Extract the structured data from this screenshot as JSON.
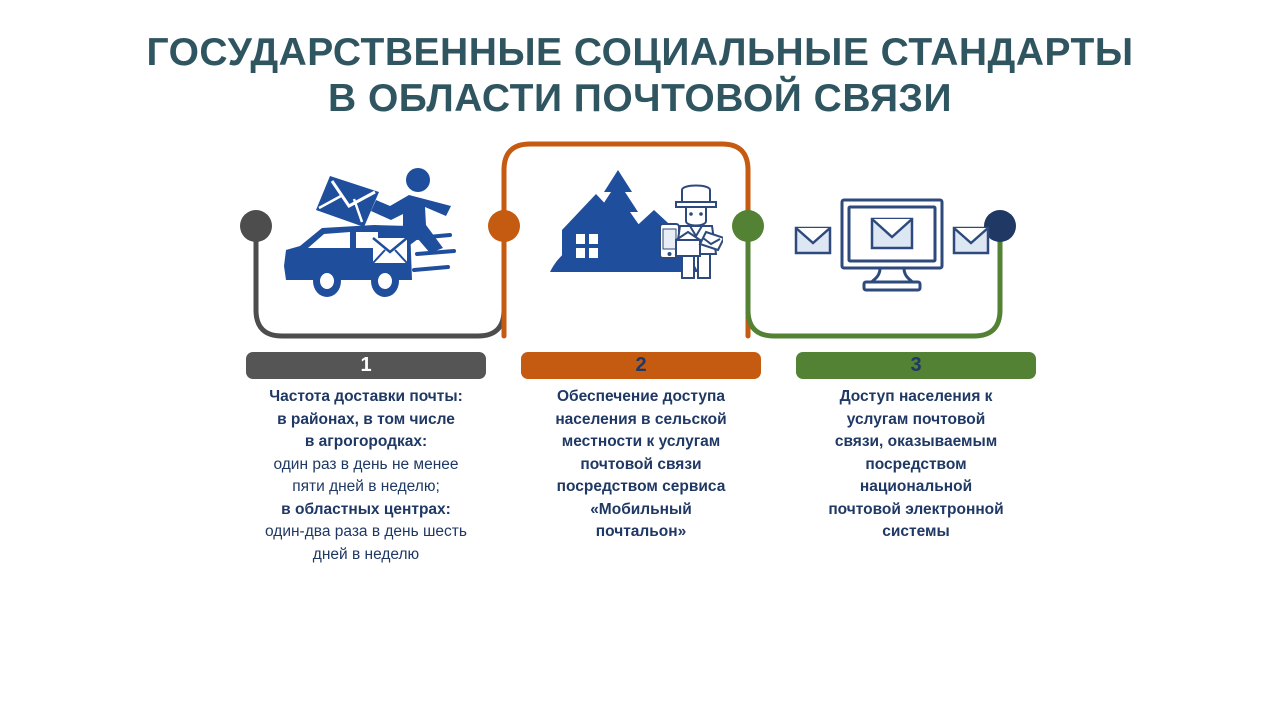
{
  "title": {
    "line1": "ГОСУДАРСТВЕННЫЕ СОЦИАЛЬНЫЕ СТАНДАРТЫ",
    "line2": "В ОБЛАСТИ ПОЧТОВОЙ СВЯЗИ",
    "color": "#2F5560"
  },
  "colors": {
    "navy_text": "#1F3864",
    "gray": "#555555",
    "orange": "#C55A11",
    "green": "#548235",
    "dot_gray": "#4D4D4D",
    "dot_orange": "#C55A11",
    "dot_green": "#548235",
    "dot_navy": "#1F3864",
    "icon_blue": "#1F4E9C",
    "icon_outline": "#2E4A7D"
  },
  "steps": [
    {
      "number": "1",
      "bar_color": "#555555",
      "number_color": "#FFFFFF",
      "rail_color": "#4D4D4D",
      "dot_color": "#4D4D4D",
      "icon": "courier-van-icon",
      "lines": [
        {
          "text": "Частота доставки почты:",
          "bold": true
        },
        {
          "text": "в районах, в том числе",
          "bold": true
        },
        {
          "text": "в агрогородках:",
          "bold": true
        },
        {
          "text": "один раз в день не менее",
          "bold": false
        },
        {
          "text": "пяти  дней в неделю;",
          "bold": false
        },
        {
          "text": "в областных центрах:",
          "bold": true
        },
        {
          "text": "один-два раза в день шесть",
          "bold": false
        },
        {
          "text": "дней в неделю",
          "bold": false
        }
      ]
    },
    {
      "number": "2",
      "bar_color": "#C55A11",
      "number_color": "#1F3864",
      "rail_color": "#C55A11",
      "dot_color": "#C55A11",
      "icon": "village-postman-icon",
      "lines": [
        {
          "text": "Обеспечение доступа",
          "bold": true
        },
        {
          "text": "населения в сельской",
          "bold": true
        },
        {
          "text": "местности к услугам",
          "bold": true
        },
        {
          "text": "почтовой связи",
          "bold": true
        },
        {
          "text": "посредством сервиса",
          "bold": true
        },
        {
          "text": "«Мобильный",
          "bold": true
        },
        {
          "text": "почтальон»",
          "bold": true
        }
      ]
    },
    {
      "number": "3",
      "bar_color": "#548235",
      "number_color": "#1F3864",
      "rail_color": "#548235",
      "dot_color": "#548235",
      "icon": "monitor-email-icon",
      "lines": [
        {
          "text": "Доступ населения к",
          "bold": true
        },
        {
          "text": "услугам почтовой",
          "bold": true
        },
        {
          "text": "связи, оказываемым",
          "bold": true
        },
        {
          "text": "посредством",
          "bold": true
        },
        {
          "text": "национальной",
          "bold": true
        },
        {
          "text": "почтовой электронной",
          "bold": true
        },
        {
          "text": "системы",
          "bold": true
        }
      ]
    }
  ],
  "end_dot": {
    "name": "end-dot",
    "color": "#1F3864"
  }
}
